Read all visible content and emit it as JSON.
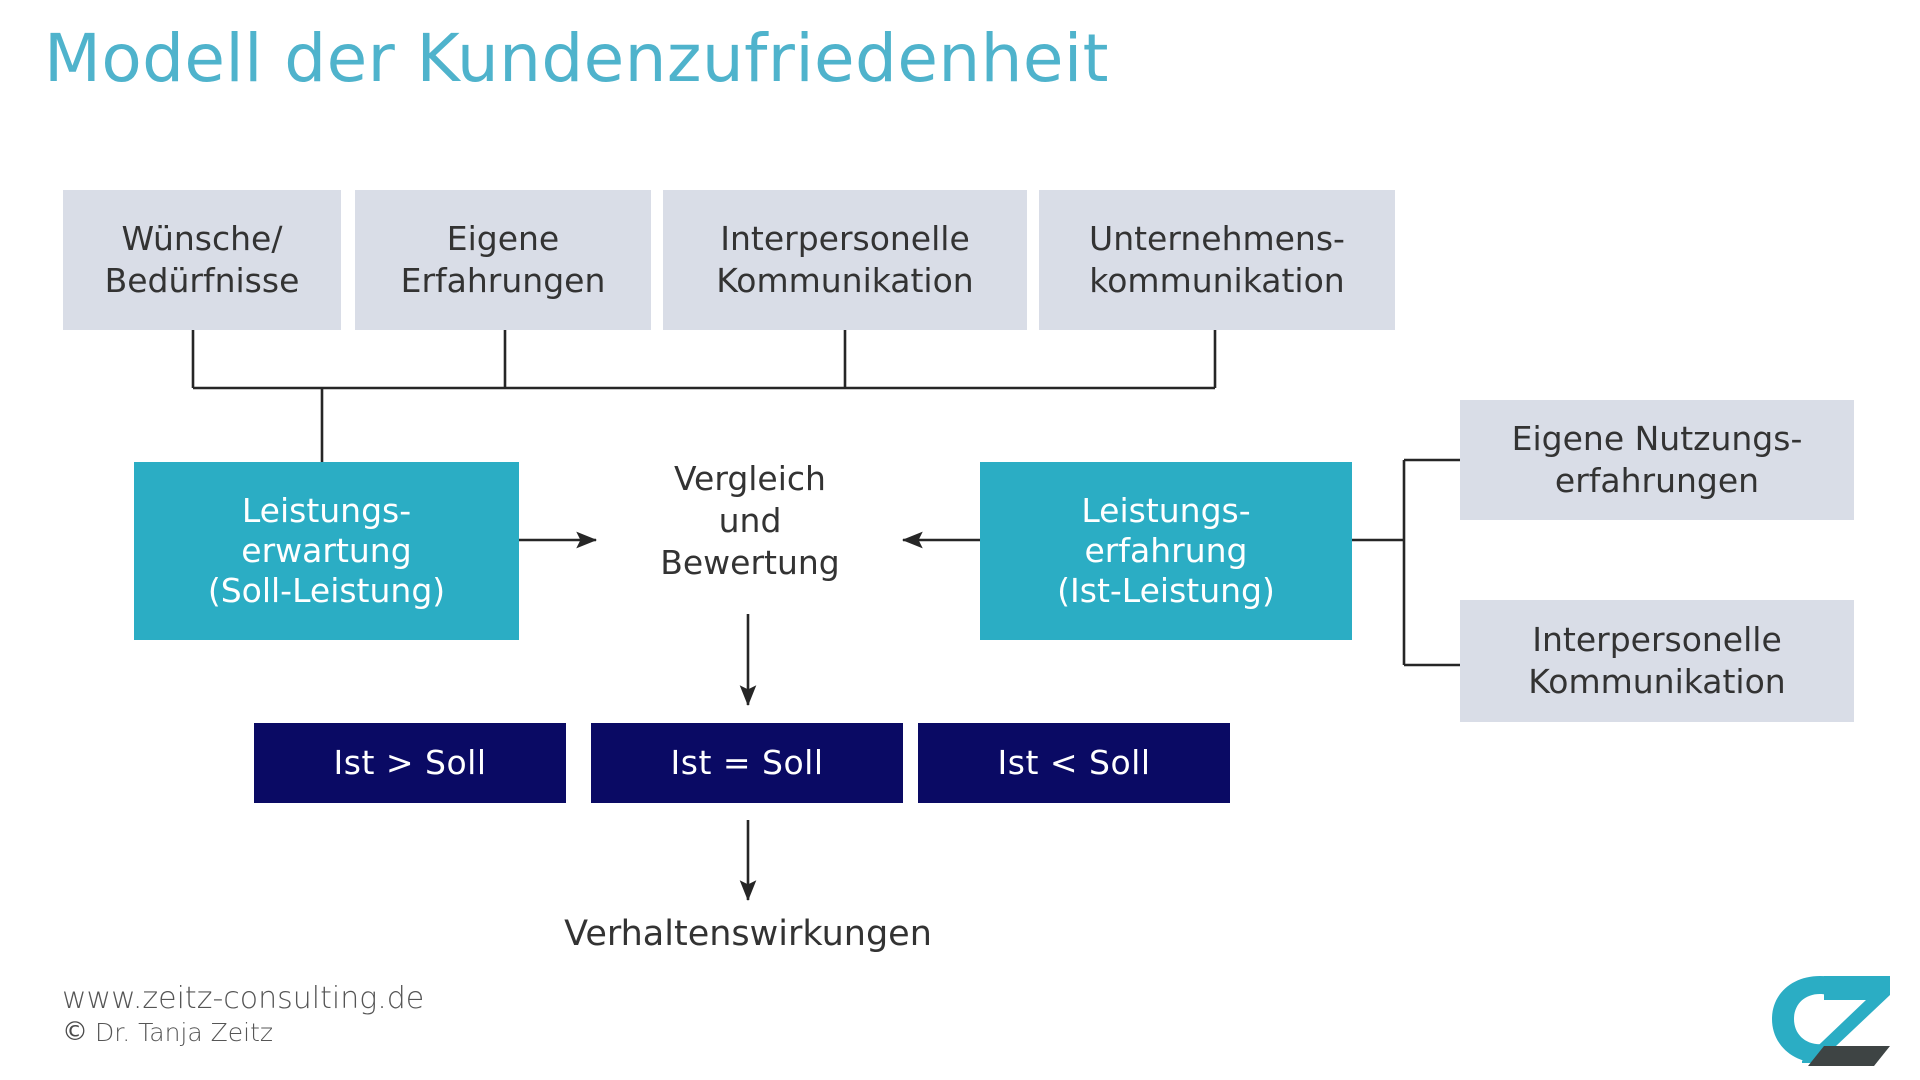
{
  "title": "Modell der Kundenzufriedenheit",
  "colors": {
    "title": "#4FB3CC",
    "grey_box": "#D9DDE7",
    "teal_box": "#2BADC4",
    "navy_box": "#0A0A64",
    "connector": "#262626",
    "logo_teal": "#2BADC4",
    "logo_dark": "#3E4444",
    "text": "#333333"
  },
  "inputs": {
    "boxes": [
      {
        "label": "Wünsche/\nBedürfnisse"
      },
      {
        "label": "Eigene\nErfahrungen"
      },
      {
        "label": "Interpersonelle\nKommunikation"
      },
      {
        "label": "Unternehmens-\nkommunikation"
      }
    ]
  },
  "expectation": {
    "label": "Leistungs-\nerwartung\n(Soll-Leistung)"
  },
  "experience": {
    "label": "Leistungs-\nerfahrung\n(Ist-Leistung)"
  },
  "comparison": {
    "label": "Vergleich\nund\nBewertung"
  },
  "outcomes": {
    "boxes": [
      {
        "label": "Ist > Soll"
      },
      {
        "label": "Ist = Soll"
      },
      {
        "label": "Ist < Soll"
      }
    ]
  },
  "effect": {
    "label": "Verhaltenswirkungen"
  },
  "experience_sources": {
    "boxes": [
      {
        "label": "Eigene Nutzungs-\nerfahrungen"
      },
      {
        "label": "Interpersonelle\nKommunikation"
      }
    ]
  },
  "footer": {
    "url": "www.zeitz-consulting.de",
    "copyright_symbol": "©",
    "author": "Dr. Tanja Zeitz"
  },
  "logo": {
    "alt": "cz-logo"
  }
}
